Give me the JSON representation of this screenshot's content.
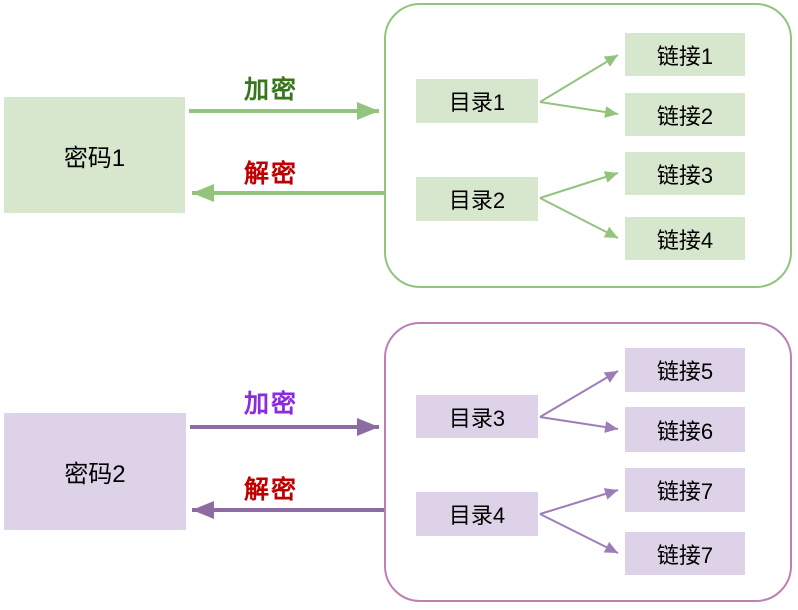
{
  "colors": {
    "green_fill": "#d7e7cd",
    "green_line": "#93c47d",
    "green_text": "#38761d",
    "purple_fill": "#ded2e8",
    "purple_line_strong": "#8d6ba3",
    "purple_line_light": "#9d7db8",
    "purple_border": "#bd7fb5",
    "violet_text": "#8a2be2",
    "red_text": "#c00000"
  },
  "groups": [
    {
      "password": {
        "label": "密码1"
      },
      "encrypt_label": "加密",
      "decrypt_label": "解密",
      "directories": [
        {
          "label": "目录1",
          "links": [
            "链接1",
            "链接2"
          ]
        },
        {
          "label": "目录2",
          "links": [
            "链接3",
            "链接4"
          ]
        }
      ]
    },
    {
      "password": {
        "label": "密码2"
      },
      "encrypt_label": "加密",
      "decrypt_label": "解密",
      "directories": [
        {
          "label": "目录3",
          "links": [
            "链接5",
            "链接6"
          ]
        },
        {
          "label": "目录4",
          "links": [
            "链接7",
            "链接7"
          ]
        }
      ]
    }
  ]
}
